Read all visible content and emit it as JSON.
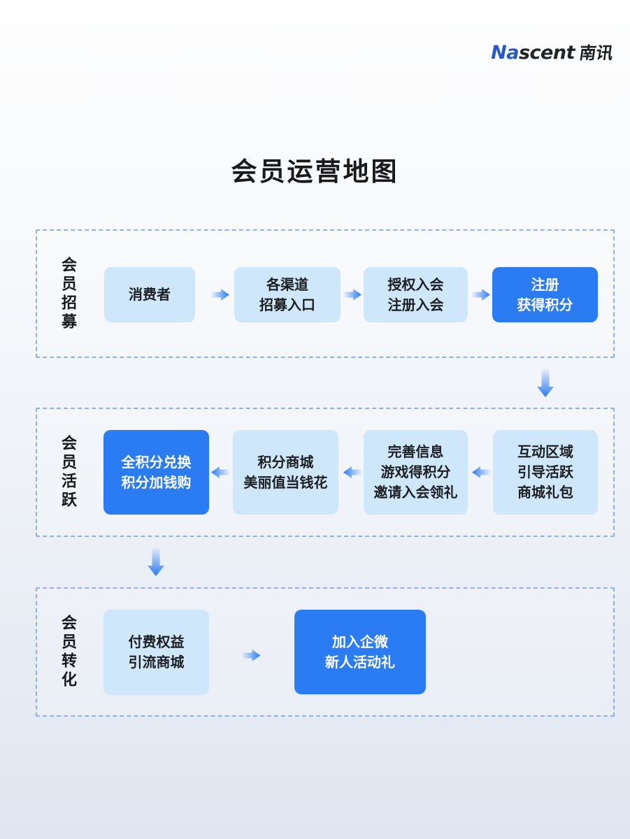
{
  "brand": {
    "latin_blue": "Na",
    "latin_dark": "scent",
    "cjk": "南讯"
  },
  "title": "会员运营地图",
  "colors": {
    "accent_blue": "#2b7cf2",
    "light_box": "#cfe7fb",
    "dashed_border": "#8fb0ef",
    "logo_blue": "#2459c6",
    "dark_text": "#1c1e21",
    "bg_top": "#fefefe",
    "bg_bottom": "#e0e6f1"
  },
  "icons": {
    "flow_right": "arrow-right-icon",
    "flow_left": "arrow-left-icon",
    "flow_down": "arrow-down-icon"
  },
  "sections": [
    {
      "label": "会员招募",
      "flow_direction": "right",
      "boxes": [
        {
          "line1": "消费者"
        },
        {
          "line1": "各渠道",
          "line2": "招募入口"
        },
        {
          "line1": "授权入会",
          "line2": "注册入会"
        },
        {
          "line1": "注册",
          "line2": "获得积分",
          "highlight": "blue"
        }
      ]
    },
    {
      "label": "会员活跃",
      "flow_direction": "left",
      "boxes": [
        {
          "line1": "全积分兑换",
          "line2": "积分加钱购",
          "highlight": "blue"
        },
        {
          "line1": "积分商城",
          "line2": "美丽值当钱花"
        },
        {
          "line1": "完善信息",
          "line2": "游戏得积分",
          "line3": "邀请入会领礼"
        },
        {
          "line1": "互动区域",
          "line2": "引导活跃",
          "line3": "商城礼包"
        }
      ]
    },
    {
      "label": "会员转化",
      "flow_direction": "right",
      "boxes": [
        {
          "line1": "付费权益",
          "line2": "引流商城"
        },
        {
          "line1": "加入企微",
          "line2": "新人活动礼",
          "highlight": "blue"
        }
      ]
    }
  ]
}
